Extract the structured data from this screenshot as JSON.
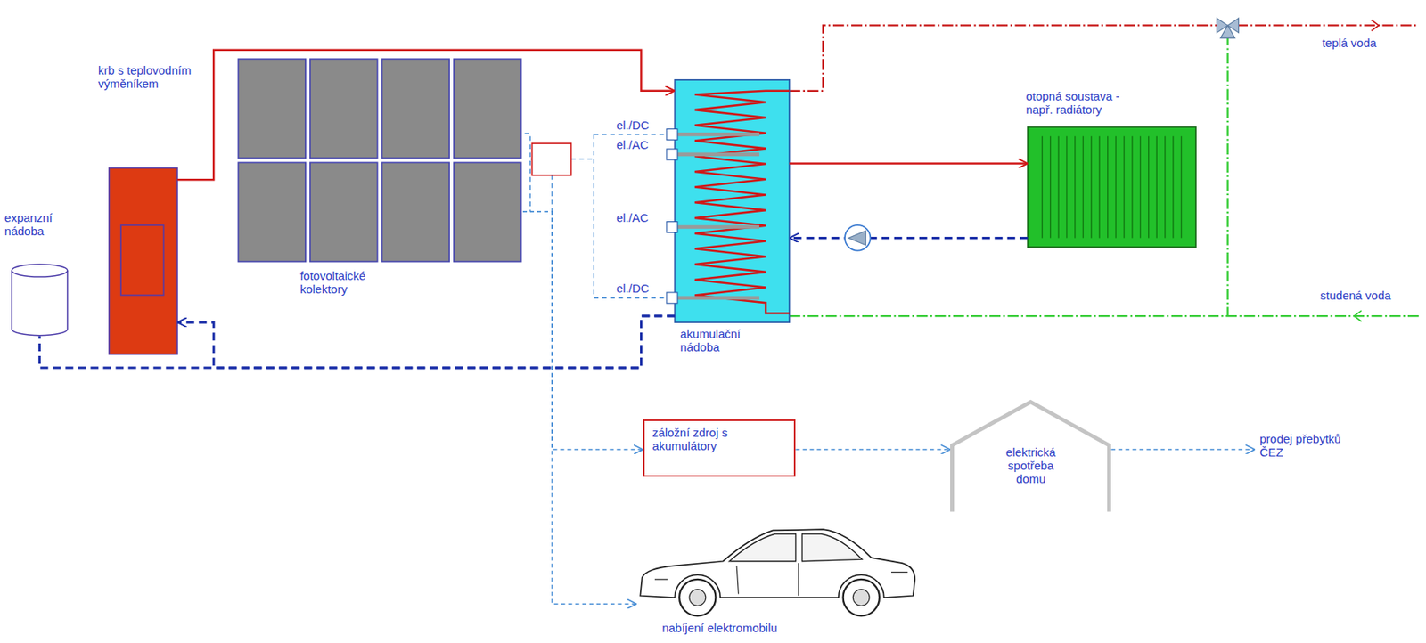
{
  "diagram": {
    "nodes": [
      {
        "text": [
          "krb s teplovodním výměníkem"
        ]
      },
      {
        "text": [
          "expanzní nádoba"
        ]
      },
      {
        "text": [
          "fotovoltaické kolektory"
        ]
      },
      {
        "text": [
          "akumulační nádoba"
        ]
      },
      {
        "text": [
          "otopná soustava - např. radiátory"
        ]
      },
      {
        "text": [
          "záložní zdroj s akumulátory"
        ]
      },
      {
        "text": [
          "elektrická spotřeba domu"
        ]
      },
      {
        "text": [
          "prodej přebytků ČEZ"
        ]
      },
      {
        "text": [
          "nabíjení elektromobilu"
        ]
      }
    ],
    "edges": [
      {
        "from": 0,
        "to": 3,
        "arrow": "to"
      },
      {
        "from": 3,
        "to": 4,
        "arrow": "to"
      },
      {
        "from": 4,
        "to": 3,
        "arrow": "to"
      },
      {
        "from": 3,
        "to": 0,
        "arrow": "to"
      },
      {
        "from": 3,
        "to": 1,
        "arrow": "none"
      },
      {
        "from": 2,
        "to": 5,
        "arrow": "to"
      },
      {
        "from": 2,
        "to": 8,
        "arrow": "to"
      },
      {
        "from": 5,
        "to": 6,
        "arrow": "to"
      },
      {
        "from": 6,
        "to": 7,
        "arrow": "to"
      }
    ],
    "labels": [
      "el./DC",
      "el./AC",
      "el./AC",
      "el./DC",
      "teplá voda",
      "studená voda"
    ]
  }
}
